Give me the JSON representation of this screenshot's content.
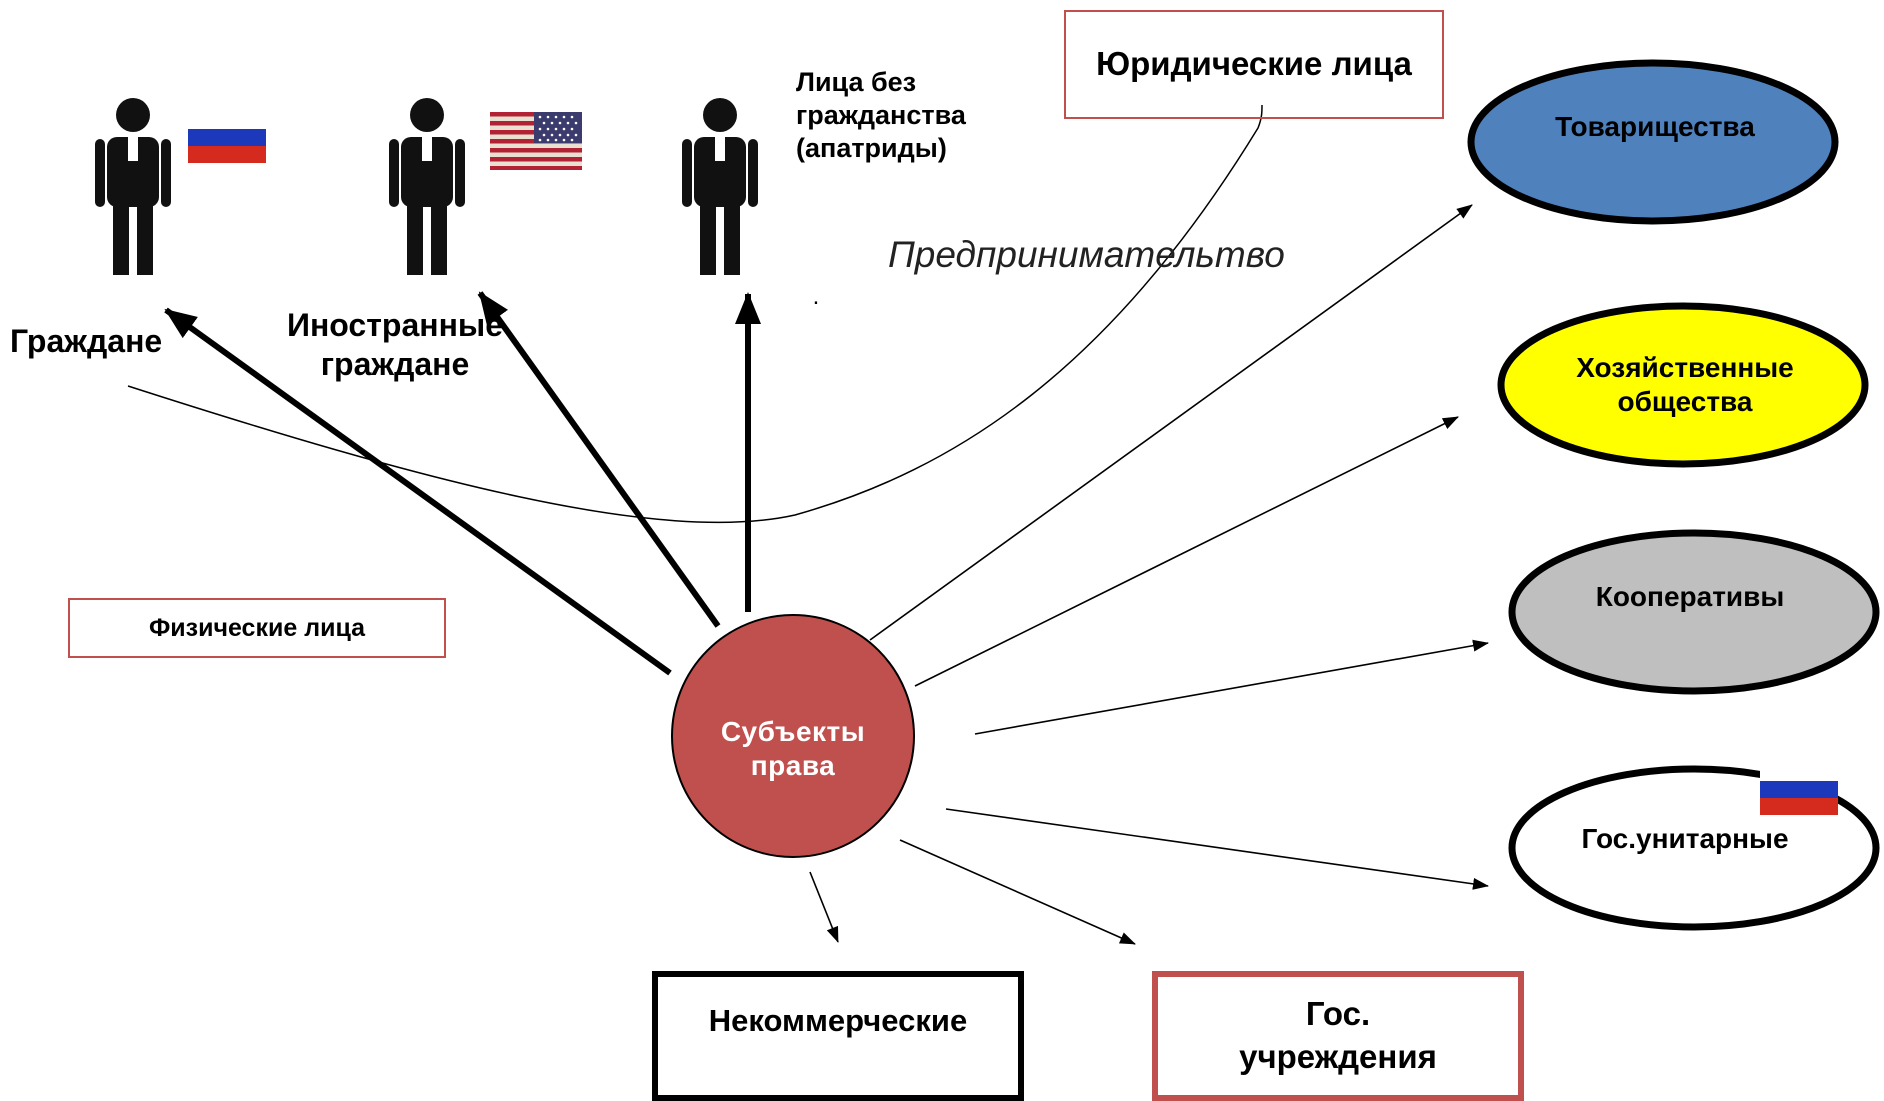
{
  "center": {
    "text": "Субъекты права",
    "fill": "#c0504d"
  },
  "individuals": {
    "box_label": "Физические лица",
    "citizens": "Граждане",
    "foreign_citizens": "Иностранные граждане",
    "stateless": "Лица без гражданства (апатриды)",
    "icons": [
      "person-icon",
      "russia-flag-icon",
      "usa-flag-icon"
    ]
  },
  "legal_entities": {
    "box_label": "Юридические лица",
    "entrepreneurship": "Предпринимательтво",
    "partnerships": {
      "text": "Товарищества",
      "fill": "#4f81bd"
    },
    "business_companies": {
      "text": "Хозяйственные общества",
      "fill": "#ffff00"
    },
    "cooperatives": {
      "text": "Кооперативы",
      "fill": "#bfbfbf"
    },
    "unitary": {
      "text": "Гос.унитарные",
      "fill": "#ffffff"
    },
    "noncommercial": "Некоммерческие",
    "state_institutions": "Гос. учреждения"
  },
  "colors": {
    "box_border_red": "#c0504d",
    "russia": [
      "#ffffff",
      "#1c39bb",
      "#d52b1e"
    ]
  },
  "dot": "."
}
